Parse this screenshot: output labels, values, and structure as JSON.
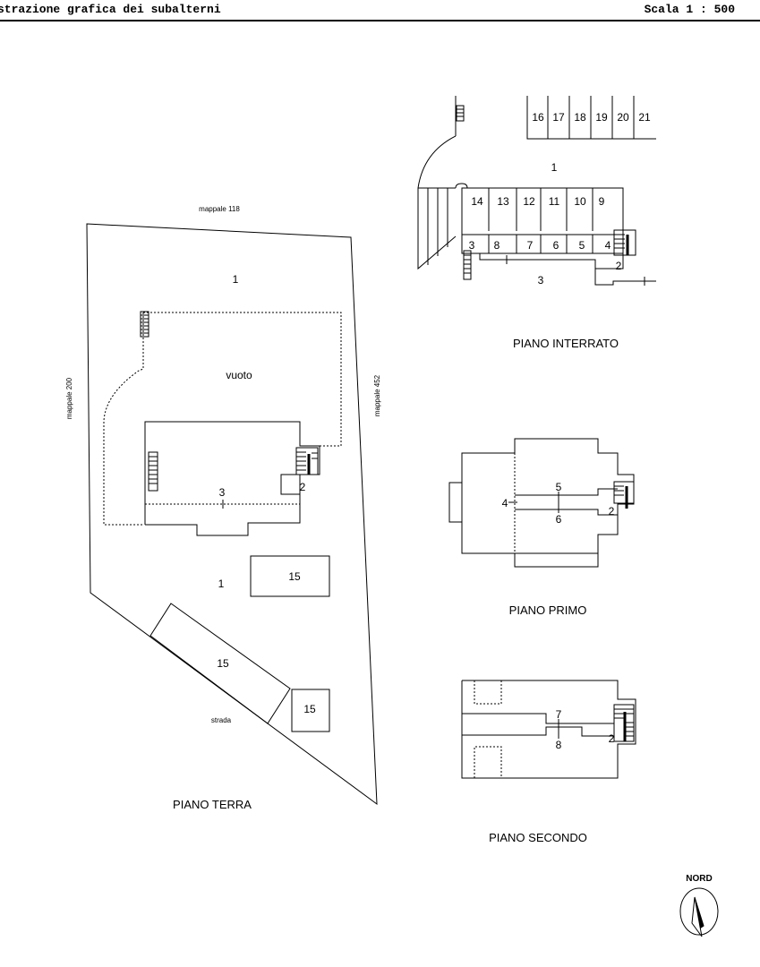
{
  "header": {
    "title": "strazione grafica dei subalterni",
    "scale": "Scala 1 : 500"
  },
  "piano_terra": {
    "title": "PIANO TERRA",
    "mappale_top": "mappale 118",
    "mappale_left": "mappale 200",
    "mappale_right": "mappale 452",
    "vuoto": "vuoto",
    "strada": "strada",
    "sub_1_top": "1",
    "sub_1_bottom": "1",
    "sub_2": "2",
    "sub_3": "3",
    "sub_15_a": "15",
    "sub_15_b": "15",
    "sub_15_c": "15"
  },
  "piano_interrato": {
    "title": "PIANO INTERRATO",
    "garages_top": [
      "16",
      "17",
      "18",
      "19",
      "20",
      "21"
    ],
    "garages_mid": [
      "14",
      "13",
      "12",
      "11",
      "10",
      "9"
    ],
    "garages_low": [
      "3",
      "8",
      "7",
      "6",
      "5",
      "4"
    ],
    "sub_1": "1",
    "sub_2": "2",
    "sub_3": "3"
  },
  "piano_primo": {
    "title": "PIANO PRIMO",
    "sub_4": "4",
    "sub_5": "5",
    "sub_6": "6",
    "sub_2": "2"
  },
  "piano_secondo": {
    "title": "PIANO SECONDO",
    "sub_7": "7",
    "sub_8": "8",
    "sub_2": "2"
  },
  "compass": {
    "label": "NORD"
  }
}
